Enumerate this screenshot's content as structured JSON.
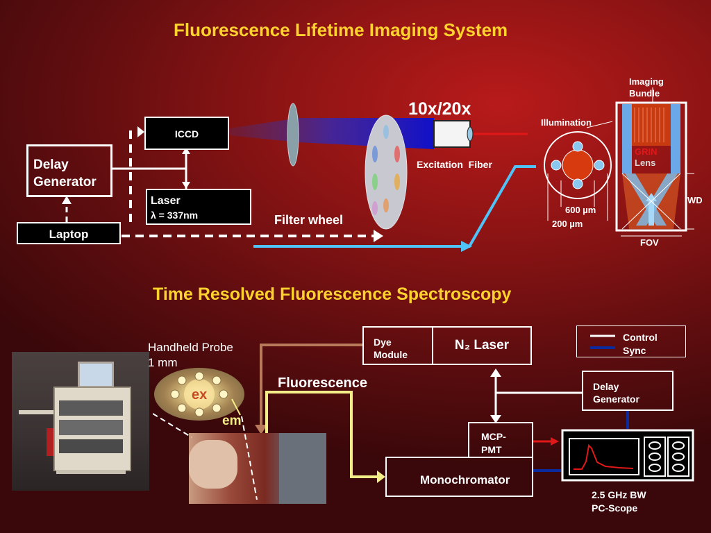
{
  "section1": {
    "title": "Fluorescence Lifetime Imaging System",
    "delay_generator": "Delay Generator",
    "iccd": "ICCD",
    "laser_line1": "Laser",
    "laser_line2": "λ = 337nm",
    "laptop": "Laptop",
    "objective": "10x/20x",
    "excitation_fiber": "Excitation  Fiber",
    "filter_wheel": "Filter wheel",
    "illumination": "Illumination",
    "d600": "600 µm",
    "d200": "200 µm",
    "imaging_bundle_1": "Imaging",
    "imaging_bundle_2": "Bundle",
    "grin_1": "GRIN",
    "grin_2": "Lens",
    "wd": "WD",
    "fov": "FOV"
  },
  "section2": {
    "title": "Time Resolved Fluorescence Spectroscopy",
    "handheld_1": "Handheld Probe",
    "handheld_2": "1 mm",
    "ex": "ex",
    "em": "em",
    "dye_1": "Dye",
    "dye_2": "Module",
    "n2_laser": "N₂ Laser",
    "fluorescence": "Fluorescence",
    "legend_control": "Control",
    "legend_sync": "Sync",
    "delay_1": "Delay",
    "delay_2": "Generator",
    "mcp_1": "MCP-",
    "mcp_2": "PMT",
    "monochromator": "Monochromator",
    "scope_1": "2.5 GHz BW",
    "scope_2": "PC-Scope"
  },
  "colors": {
    "title": "#ffd22e",
    "line_white": "#ffffff",
    "fiber_blue": "#4fc3f7",
    "control_sync_blue": "#0b2a9e",
    "trigger_red": "#e01818",
    "fluorescence_yellow": "#f3ee88",
    "dye_link_brown": "#b87a5a"
  }
}
